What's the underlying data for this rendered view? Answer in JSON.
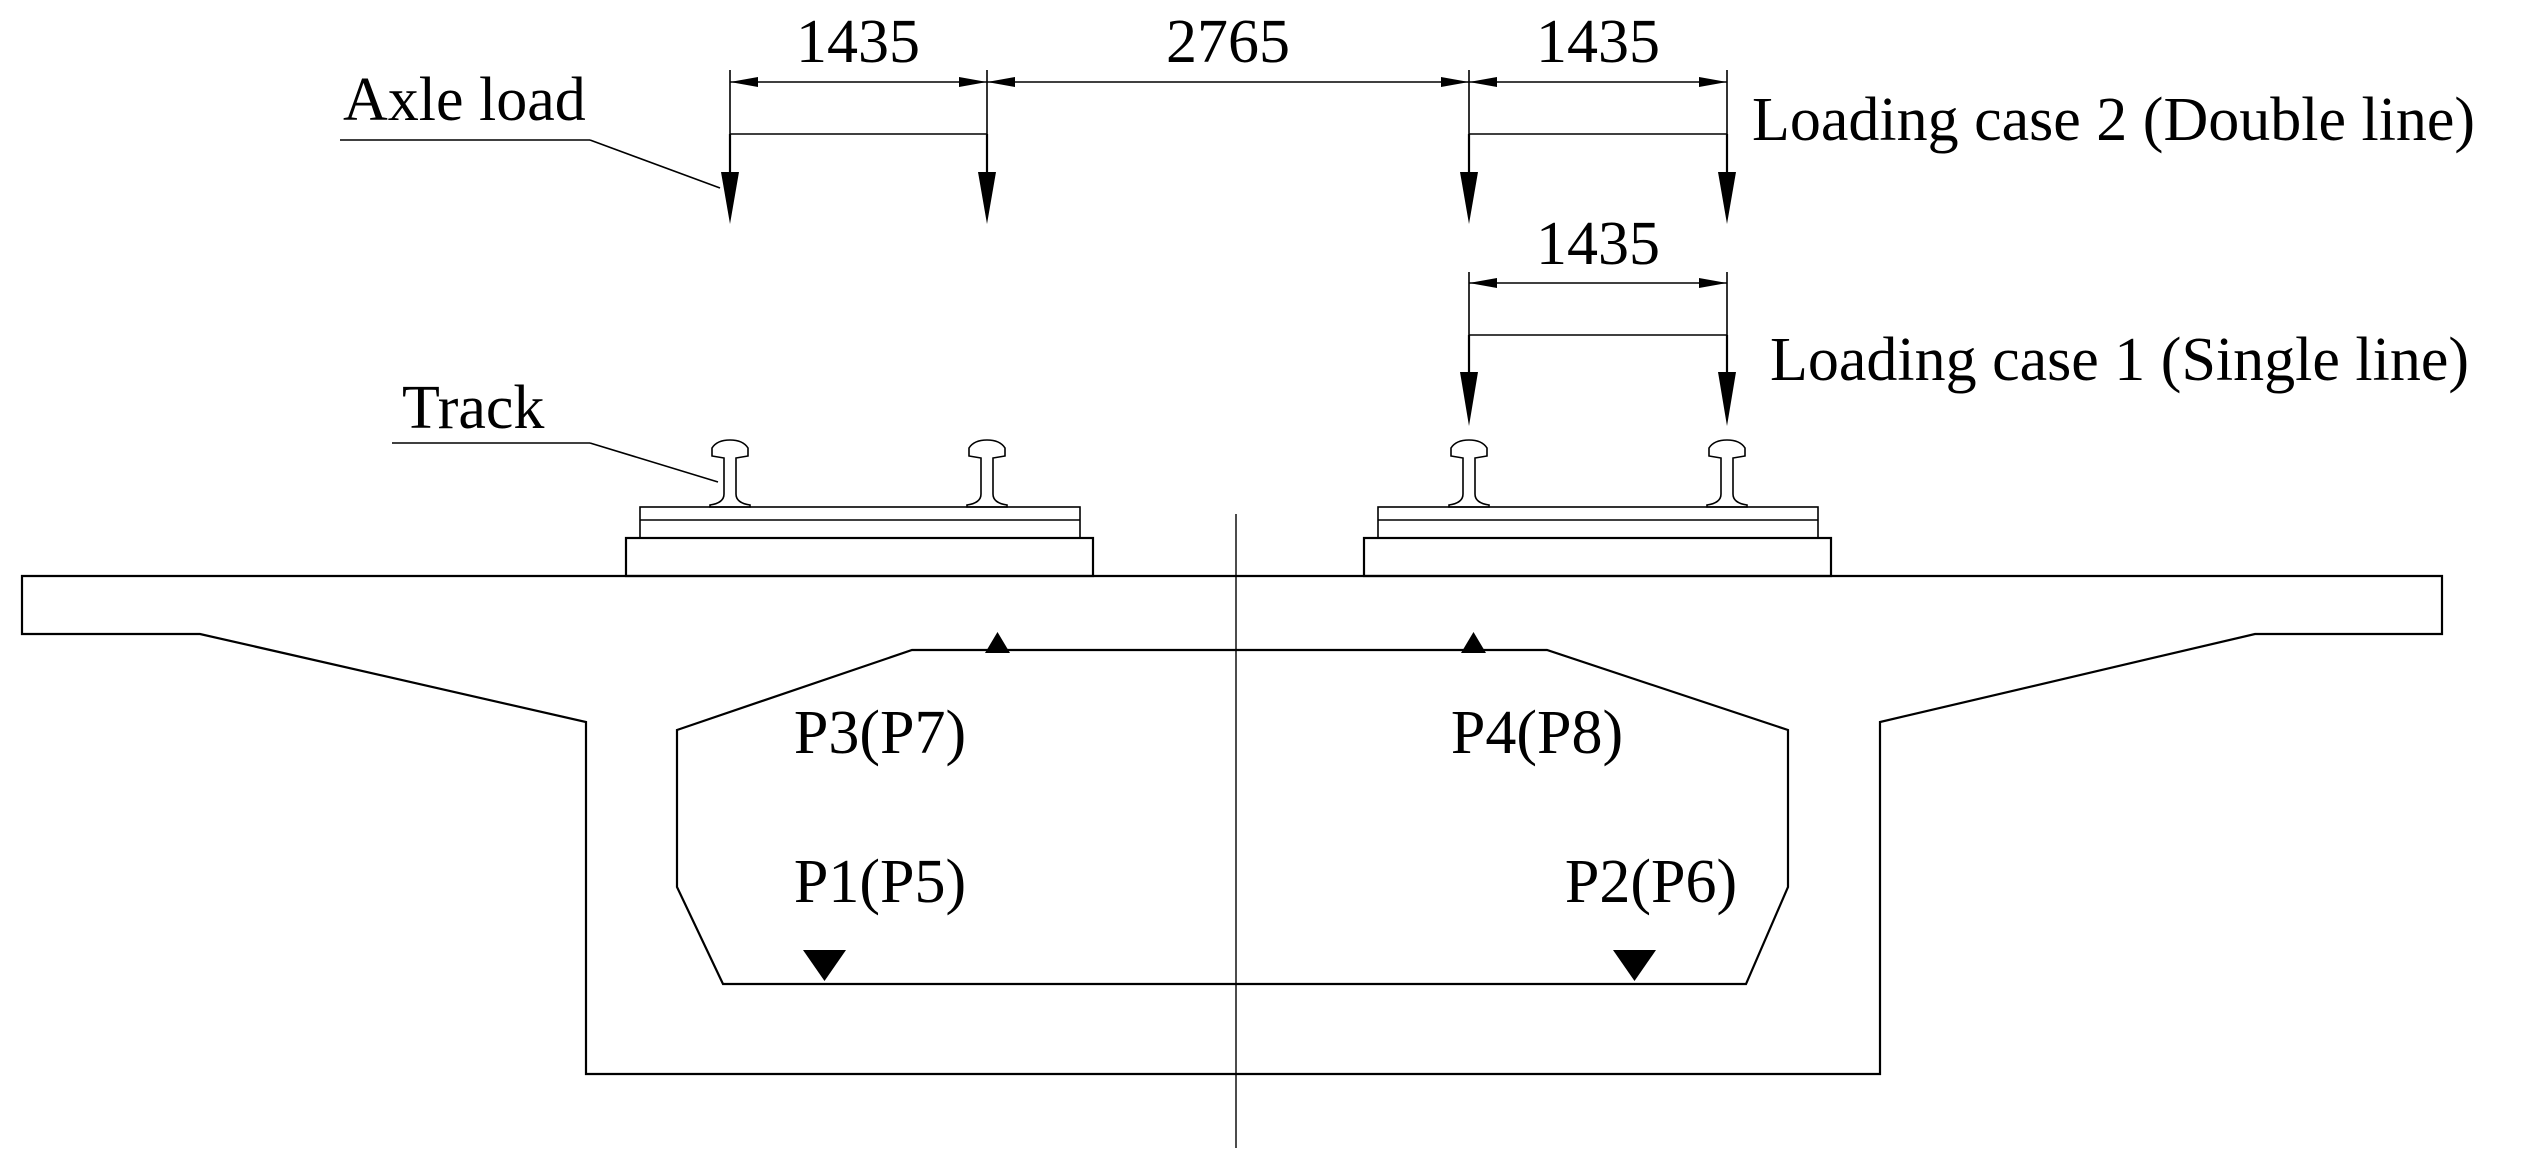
{
  "labels": {
    "axle_load": "Axle load",
    "track": "Track",
    "loading_case_2": "Loading case 2 (Double line)",
    "loading_case_1": "Loading case 1 (Single line)"
  },
  "dimensions": {
    "top_left": "1435",
    "top_middle": "2765",
    "top_right": "1435",
    "case1_gauge": "1435"
  },
  "measurement_points": {
    "p3": "P3(P7)",
    "p4": "P4(P8)",
    "p1": "P1(P5)",
    "p2": "P2(P6)"
  }
}
